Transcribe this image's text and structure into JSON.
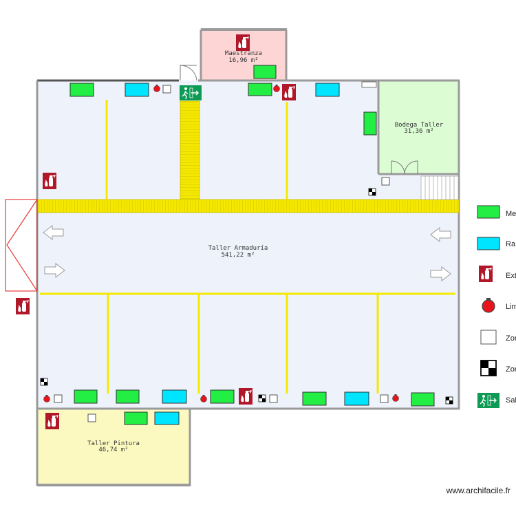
{
  "rooms": {
    "maestranza": {
      "name": "Maestranza",
      "area": "16,96 m²",
      "color": "#fdd5d5"
    },
    "bodega": {
      "name": "Bodega Taller",
      "area": "31,36 m²",
      "color": "#dcfcd4"
    },
    "armaduria": {
      "name": "Taller Armaduría",
      "area": "541,22 m²",
      "color": "#eef3fb"
    },
    "pintura": {
      "name": "Taller Pintura",
      "area": "46,74 m²",
      "color": "#fcf9c0"
    }
  },
  "legend": [
    {
      "label": "Me",
      "icon": "green-rectangle-icon"
    },
    {
      "label": "Ra",
      "icon": "cyan-rectangle-icon"
    },
    {
      "label": "Ext",
      "icon": "fire-extinguisher-icon"
    },
    {
      "label": "Lim",
      "icon": "red-circle-icon"
    },
    {
      "label": "Zon",
      "icon": "white-square-icon"
    },
    {
      "label": "Zon",
      "icon": "checker-square-icon"
    },
    {
      "label": "Sal",
      "icon": "exit-sign-icon"
    }
  ],
  "colors": {
    "walls": "#9a9a9a",
    "safety_line": "#f5e800",
    "green": "#22ee44",
    "cyan": "#00e5ff",
    "extinguisher": "#b0182a",
    "exit": "#0d9a55"
  },
  "watermark": "www.archifacile.fr"
}
